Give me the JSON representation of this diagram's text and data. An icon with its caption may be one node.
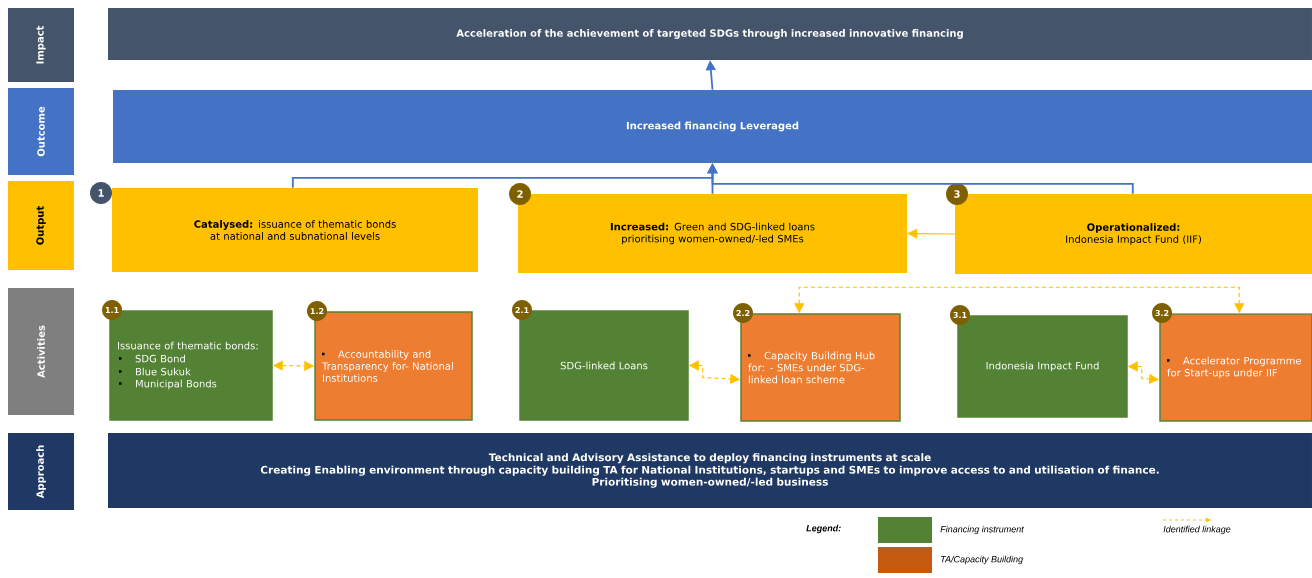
{
  "diagram": {
    "nodes": [
      {
        "text": [
          "Impact"
        ]
      },
      {
        "text": [
          "Acceleration of the achievement of targeted SDGs through increased innovative financing"
        ]
      },
      {
        "text": [
          "Outcome"
        ]
      },
      {
        "text": [
          "**Increased financing Leverage**d"
        ]
      },
      {
        "text": [
          "Output"
        ]
      },
      {
        "text": [
          "**Catalysed:** issuance of thematic bonds at national and subnational levels"
        ],
        "beside": [
          "1"
        ]
      },
      {
        "text": [
          "**Increased:** Green and SDG-linked loans prioritising women-owned/-led SMEs"
        ],
        "beside": [
          "2"
        ]
      },
      {
        "text": [
          "**Operationalized:** Indonesia Impact Fund (IIF)"
        ],
        "beside": [
          "3"
        ]
      },
      {
        "text": [
          "Activities"
        ]
      },
      {
        "text": [
          "Issuance of thematic bonds:",
          "SDG Bond",
          "Blue Sukuk",
          "Municipal Bonds"
        ],
        "beside": [
          "1.1"
        ]
      },
      {
        "text": [
          "Accountability and Transparency for- National Institutions"
        ],
        "beside": [
          "1.2"
        ]
      },
      {
        "text": [
          "SDG-linked Loans"
        ],
        "beside": [
          "2.1"
        ]
      },
      {
        "text": [
          "Capacity Building Hub for: - SMEs under SDG-linked loan scheme"
        ],
        "beside": [
          "2.2"
        ]
      },
      {
        "text": [
          "Indonesia Impact Fund"
        ],
        "beside": [
          "3.1"
        ]
      },
      {
        "text": [
          "Accelerator Programme for Start-ups under IIF"
        ],
        "beside": [
          "3.2"
        ]
      },
      {
        "text": [
          "Approach"
        ]
      },
      {
        "text": [
          "Technical and Advisory Assistance to deploy financing instruments at scale",
          "Creating Enabling environment through capacity building TA for National Institutions, startups and SMEs to improve access to and utilisation of finance.",
          "Prioritising women-owned/-led business"
        ]
      }
    ],
    "edges": [
      {
        "from": 3,
        "to": 1,
        "arrow": "to",
        "color": "#4472c4"
      },
      {
        "from": 5,
        "to": 3,
        "arrow": "to",
        "color": "#4472c4"
      },
      {
        "from": 6,
        "to": 3,
        "arrow": "to",
        "color": "#4472c4"
      },
      {
        "from": 7,
        "to": 3,
        "arrow": "to",
        "color": "#4472c4"
      },
      {
        "from": 7,
        "to": 6,
        "arrow": "to",
        "color": "#ffc000"
      },
      {
        "from": 9,
        "to": 10,
        "arrow": "both",
        "style": "dashed",
        "color": "#ffc000"
      },
      {
        "from": 11,
        "to": 12,
        "arrow": "both",
        "style": "dashed",
        "color": "#ffc000"
      },
      {
        "from": 13,
        "to": 14,
        "arrow": "both",
        "style": "dashed",
        "color": "#ffc000"
      },
      {
        "from": 12,
        "to": 14,
        "arrow": "both",
        "style": "dashed",
        "color": "#ffc000"
      }
    ],
    "labels": [
      "Legend:"
    ],
    "legend": [
      {
        "text": "Financing instrument",
        "color": "#548235"
      },
      {
        "text": "TA/Capacity Building",
        "color": "#c55a11"
      },
      {
        "text": "Identified linkage"
      }
    ]
  }
}
